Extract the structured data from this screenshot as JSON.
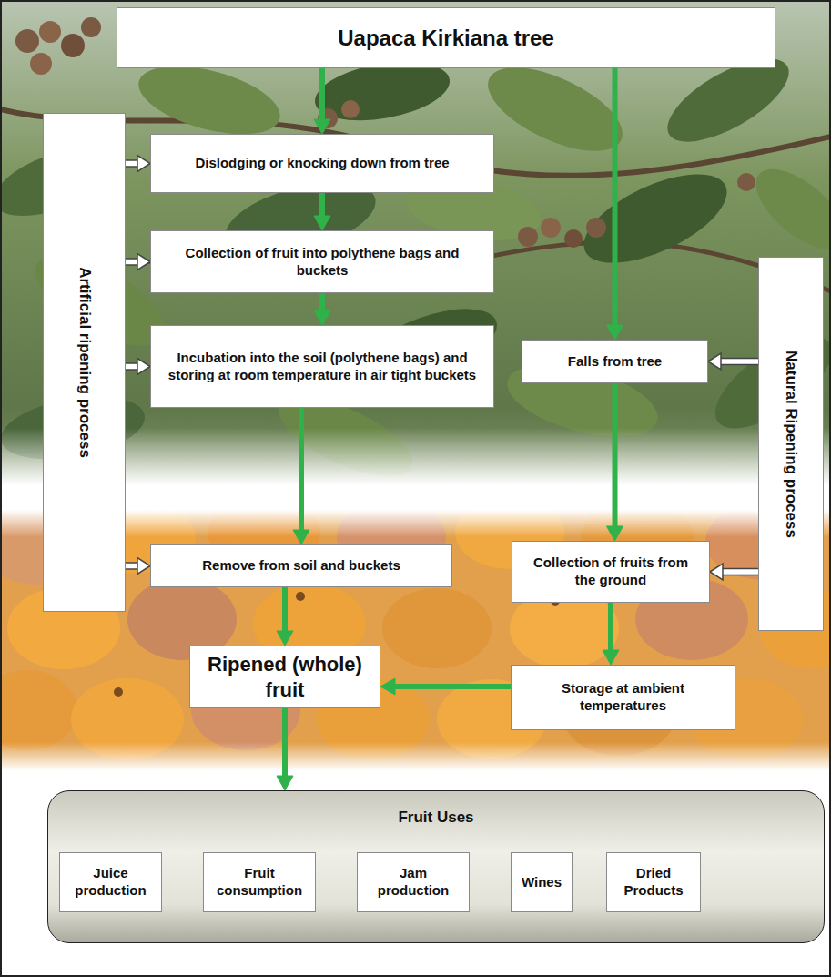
{
  "diagram": {
    "nodes": [
      {
        "text": [
          "Uapaca Kirkiana tree"
        ]
      },
      {
        "text": [
          "Artificial ripening process"
        ]
      },
      {
        "text": [
          "Dislodging or knocking down from tree"
        ]
      },
      {
        "text": [
          "Collection of fruit into polythene bags and buckets"
        ]
      },
      {
        "text": [
          "Incubation into the soil (polythene bags) and storing at room temperature in air tight buckets"
        ]
      },
      {
        "text": [
          "Natural Ripening process"
        ]
      },
      {
        "text": [
          "Falls from tree"
        ]
      },
      {
        "text": [
          "Remove from soil and buckets"
        ]
      },
      {
        "text": [
          "Collection of fruits from the ground"
        ]
      },
      {
        "text": [
          "Ripened (whole) fruit"
        ]
      },
      {
        "text": [
          "Storage at ambient temperatures"
        ]
      },
      {
        "text": [
          "Fruit Uses"
        ]
      },
      {
        "text": [
          "Juice production"
        ],
        "in": 11
      },
      {
        "text": [
          "Fruit consumption"
        ],
        "in": 11
      },
      {
        "text": [
          "Jam production"
        ],
        "in": 11
      },
      {
        "text": [
          "Wines"
        ],
        "in": 11
      },
      {
        "text": [
          "Dried Products"
        ],
        "in": 11
      }
    ],
    "edges": [
      {
        "from": 0,
        "to": 2,
        "arrow": "to"
      },
      {
        "from": 2,
        "to": 3,
        "arrow": "to"
      },
      {
        "from": 3,
        "to": 4,
        "arrow": "to"
      },
      {
        "from": 4,
        "to": 7,
        "arrow": "to"
      },
      {
        "from": 7,
        "to": 9,
        "arrow": "to"
      },
      {
        "from": 0,
        "to": 6,
        "arrow": "to"
      },
      {
        "from": 6,
        "to": 8,
        "arrow": "to"
      },
      {
        "from": 8,
        "to": 10,
        "arrow": "to"
      },
      {
        "from": 10,
        "to": 9,
        "arrow": "to"
      },
      {
        "from": 9,
        "to": 11,
        "arrow": "to"
      },
      {
        "from": 1,
        "to": 2,
        "arrow": "to"
      },
      {
        "from": 1,
        "to": 3,
        "arrow": "to"
      },
      {
        "from": 1,
        "to": 4,
        "arrow": "to"
      },
      {
        "from": 1,
        "to": 7,
        "arrow": "to"
      },
      {
        "from": 5,
        "to": 6,
        "arrow": "to"
      },
      {
        "from": 5,
        "to": 8,
        "arrow": "to"
      }
    ]
  }
}
